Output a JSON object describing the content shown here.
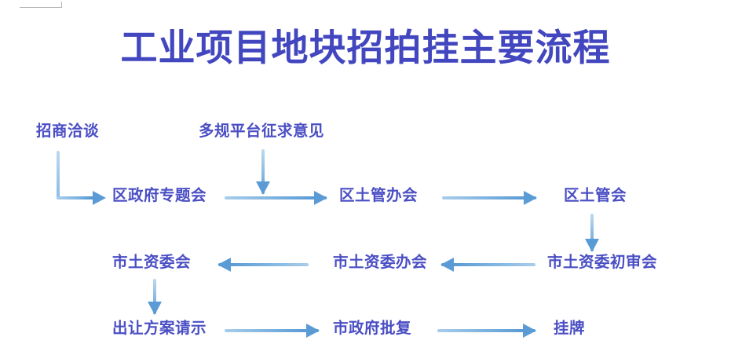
{
  "title": "工业项目地块招拍挂主要流程",
  "colors": {
    "title": "#4347bf",
    "node_text": "#4a4ec4",
    "arrow": "#5b9bd5",
    "arrow_light": "#a9cdeb",
    "background": "#ffffff",
    "corner_mark": "#b6b6b6"
  },
  "flow": {
    "nodes": [
      {
        "id": "node-1",
        "label": "招商洽谈",
        "row": "input-top-left"
      },
      {
        "id": "node-2",
        "label": "多规平台征求意见",
        "row": "input-top-mid"
      },
      {
        "id": "node-3",
        "label": "区政府专题会",
        "row": "row-1"
      },
      {
        "id": "node-4",
        "label": "区土管办会",
        "row": "row-1"
      },
      {
        "id": "node-5",
        "label": "区土管会",
        "row": "row-1"
      },
      {
        "id": "node-6",
        "label": "市土资委初审会",
        "row": "row-2"
      },
      {
        "id": "node-7",
        "label": "市土资委办会",
        "row": "row-2"
      },
      {
        "id": "node-8",
        "label": "市土资委会",
        "row": "row-2"
      },
      {
        "id": "node-9",
        "label": "出让方案请示",
        "row": "row-3"
      },
      {
        "id": "node-10",
        "label": "市政府批复",
        "row": "row-3"
      },
      {
        "id": "node-11",
        "label": "挂牌",
        "row": "row-3"
      }
    ],
    "connectors": [
      {
        "id": "conn-1",
        "from": "招商洽谈",
        "to": "区政府专题会",
        "shape": "elbow-down-right"
      },
      {
        "id": "conn-2",
        "from": "多规平台征求意见",
        "to": "区政府专题会",
        "shape": "down"
      },
      {
        "id": "conn-3",
        "from": "区政府专题会",
        "to": "区土管办会",
        "shape": "right"
      },
      {
        "id": "conn-4",
        "from": "区土管办会",
        "to": "区土管会",
        "shape": "right"
      },
      {
        "id": "conn-5",
        "from": "区土管会",
        "to": "市土资委初审会",
        "shape": "down"
      },
      {
        "id": "conn-6",
        "from": "市土资委初审会",
        "to": "市土资委办会",
        "shape": "left"
      },
      {
        "id": "conn-7",
        "from": "市土资委办会",
        "to": "市土资委会",
        "shape": "left"
      },
      {
        "id": "conn-8",
        "from": "市土资委会",
        "to": "出让方案请示",
        "shape": "down"
      },
      {
        "id": "conn-9",
        "from": "出让方案请示",
        "to": "市政府批复",
        "shape": "right"
      },
      {
        "id": "conn-10",
        "from": "市政府批复",
        "to": "挂牌",
        "shape": "right"
      }
    ]
  }
}
